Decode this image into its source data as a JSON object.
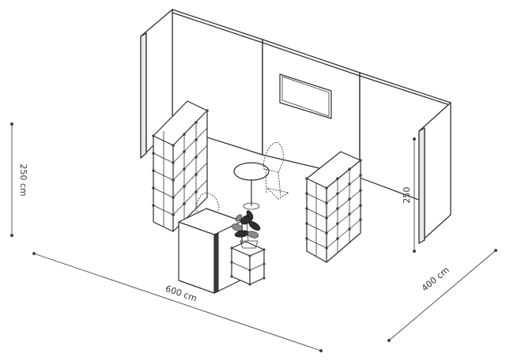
{
  "dimensions": {
    "height_left": "250 cm",
    "width_front": "600 cm",
    "depth_right": "400 cm",
    "height_right_wall": "250"
  }
}
